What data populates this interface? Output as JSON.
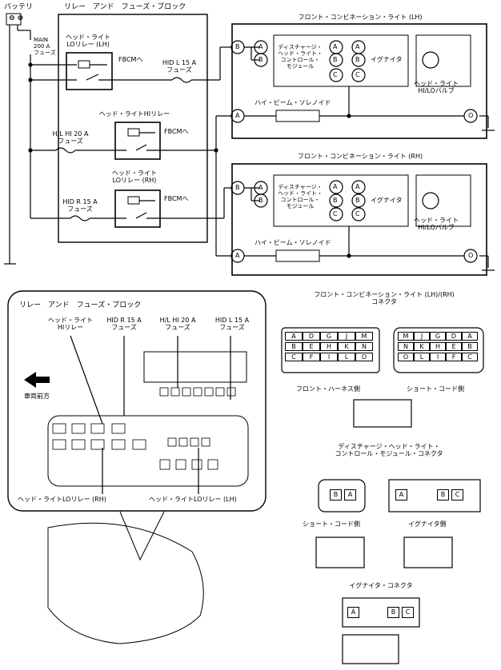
{
  "wiring": {
    "battery": "バッテリ",
    "relay_block_title": "リレー　アンド　フューズ・ブロック",
    "main_fuse": [
      "MAIN",
      "200 A",
      "フューズ"
    ],
    "hl_lo_relay_lh": [
      "ヘッド・ライト",
      "LOリレー (LH)"
    ],
    "fbcm": "FBCMへ",
    "hid_l_fuse": [
      "HID L 15 A",
      "フューズ"
    ],
    "hl_hi_relay": "ヘッド・ライトHIリレー",
    "hl_hi_fuse": [
      "H/L HI 20 A",
      "フューズ"
    ],
    "hl_lo_relay_rh": [
      "ヘッド・ライト",
      "LOリレー (RH)"
    ],
    "hid_r_fuse": [
      "HID R 15 A",
      "フューズ"
    ],
    "front_combo_lh": "フロント・コンビネーション・ライト (LH)",
    "front_combo_rh": "フロント・コンビネーション・ライト (RH)",
    "discharge_module": [
      "ディスチャージ・",
      "ヘッド・ライト・",
      "コントロール・",
      "モジュール"
    ],
    "igniter": "イグナイタ",
    "bulb": [
      "ヘッド・ライト",
      "HI/LOバルブ"
    ],
    "hi_beam_solenoid": "ハイ・ビーム・ソレノイド",
    "pins": {
      "A": "A",
      "B": "B",
      "C": "C",
      "O": "O"
    }
  },
  "location": {
    "title": "リレー　アンド　フューズ・ブロック",
    "hl_hi_relay": [
      "ヘッド・ライト",
      "HIリレー"
    ],
    "hid_r_fuse": [
      "HID R 15 A",
      "フューズ"
    ],
    "hl_hi_fuse": [
      "H/L HI 20 A",
      "フューズ"
    ],
    "hid_l_fuse": [
      "HID L 15 A",
      "フューズ"
    ],
    "front": "車両前方",
    "lo_relay_rh": "ヘッド・ライトLOリレー (RH)",
    "lo_relay_lh": "ヘッド・ライトLOリレー (LH)"
  },
  "connector_combo": {
    "title": [
      "フロント・コンビネーション・ライト (LH)/(RH)",
      "コネクタ"
    ],
    "harness_grid": [
      [
        "A",
        "D",
        "G",
        "J",
        "M"
      ],
      [
        "B",
        "E",
        "H",
        "K",
        "N"
      ],
      [
        "C",
        "F",
        "I",
        "L",
        "O"
      ]
    ],
    "short_grid": [
      [
        "M",
        "J",
        "G",
        "D",
        "A"
      ],
      [
        "N",
        "K",
        "H",
        "E",
        "B"
      ],
      [
        "O",
        "L",
        "I",
        "F",
        "C"
      ]
    ],
    "harness_side": "フロント・ハーネス側",
    "short_side": "ショート・コード側"
  },
  "connector_module": {
    "title": [
      "ディスチャージ・ヘッド・ライト・",
      "コントロール・モジュール・コネクタ"
    ],
    "short_pins": [
      "B",
      "A"
    ],
    "igniter_pins": [
      "A",
      "B",
      "C"
    ],
    "short_side": "ショート・コード側",
    "igniter_side": "イグナイタ側"
  },
  "connector_igniter": {
    "title": "イグナイタ・コネクタ",
    "pins": [
      "A",
      "B",
      "C"
    ]
  },
  "icons": [
    "battery-icon",
    "fuse-icon",
    "relay-icon",
    "ground-icon",
    "coil-icon",
    "bulb-icon",
    "arrow-left-icon",
    "connector-icon",
    "car-hood-icon"
  ]
}
